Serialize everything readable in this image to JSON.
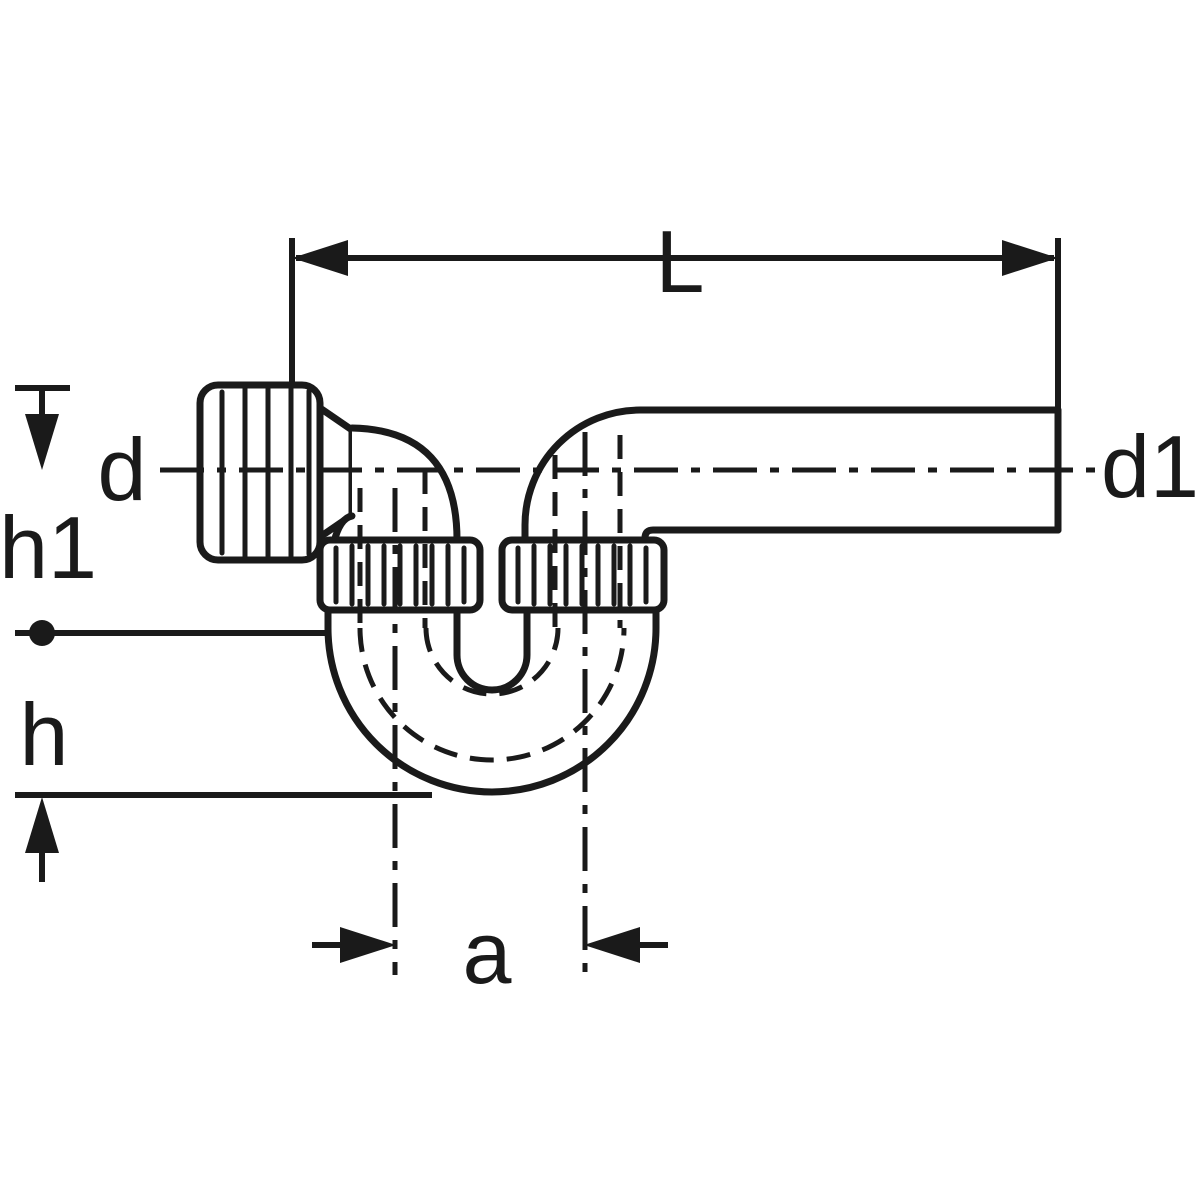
{
  "drawing": {
    "description": "Dimensioned technical line drawing of a P-trap pipe fitting with union nut, U-bend and horizontal outlet pipe",
    "colors": {
      "line": "#1a1a1a",
      "background": "#ffffff"
    },
    "labels": {
      "L": "L",
      "d": "d",
      "d1": "d1",
      "h1": "h1",
      "h": "h",
      "a": "a"
    }
  }
}
